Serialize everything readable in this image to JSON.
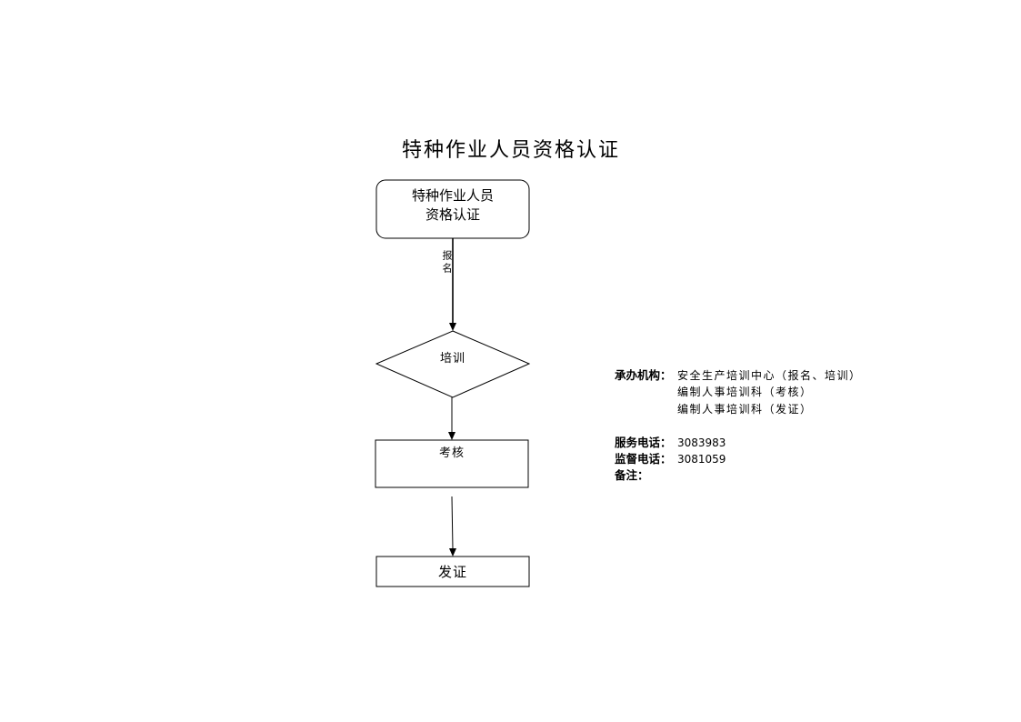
{
  "title": "特种作业人员资格认证",
  "start_node": {
    "lines": [
      "特种作业人员",
      "资格认证"
    ]
  },
  "edge_start_to_training": {
    "label": "报名"
  },
  "training_node": {
    "label": "培训"
  },
  "exam_node": {
    "label": "考核"
  },
  "certificate_node": {
    "label": "发证"
  },
  "info": {
    "organizer_label": "承办机构：",
    "organizers": [
      "安全生产培训中心（报名、培训）",
      "编制人事培训科（考核）",
      "编制人事培训科（发证）"
    ],
    "service_phone_label": "服务电话：",
    "service_phone": "3083983",
    "supervision_phone_label": "监督电话：",
    "supervision_phone": "3081059",
    "remarks_label": "备注："
  },
  "colors": {
    "stroke": "#000000",
    "background": "#ffffff"
  }
}
